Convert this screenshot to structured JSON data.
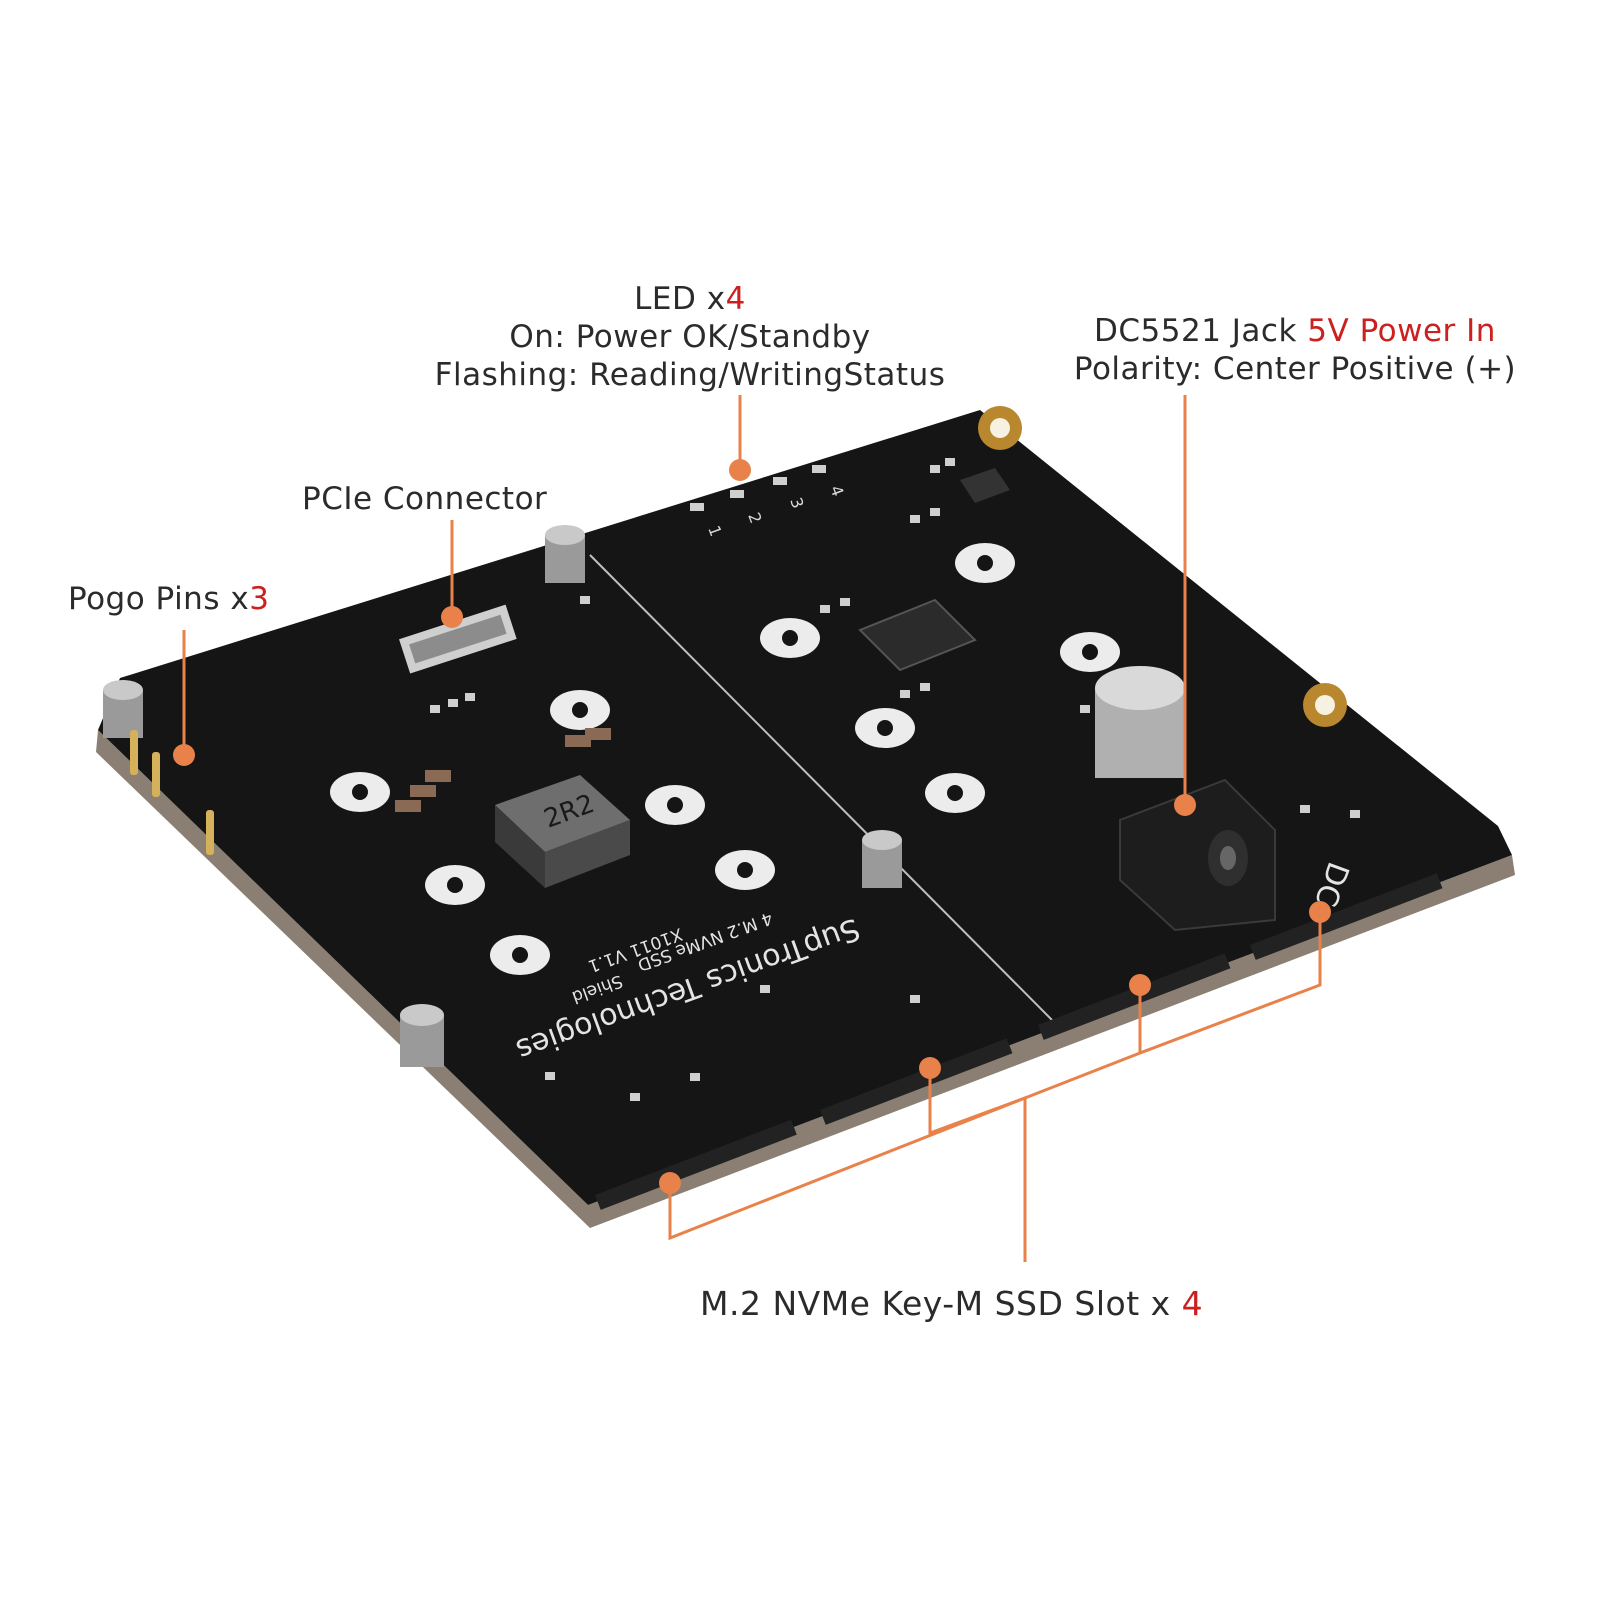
{
  "labels": {
    "led": {
      "prefix": "LED x",
      "count": "4",
      "line2": "On: Power OK/Standby",
      "line3": "Flashing: Reading/WritingStatus"
    },
    "dc": {
      "prefix": "DC5521 Jack ",
      "highlight": "5V Power In",
      "line2": "Polarity: Center Positive (+)"
    },
    "pcie": {
      "text": "PCIe Connector"
    },
    "pogo": {
      "prefix": "Pogo Pins x",
      "count": "3"
    },
    "slot": {
      "prefix": "M.2 NVMe Key-M SSD Slot x ",
      "count": "4"
    }
  },
  "board": {
    "brand": "SupTronics Technologies",
    "product_line1": "4 M.2 NVMe SSD",
    "product_line2": "Shield",
    "model": "X1011 V1.1",
    "inductor": "2R2",
    "led_numbers": [
      "1",
      "2",
      "3",
      "4"
    ],
    "dc_silk": "DC"
  },
  "colors": {
    "accent": "#e8824a",
    "highlight": "#cc1f1f",
    "pcb": "#151515",
    "pcb_edge": "#8a7f72"
  }
}
